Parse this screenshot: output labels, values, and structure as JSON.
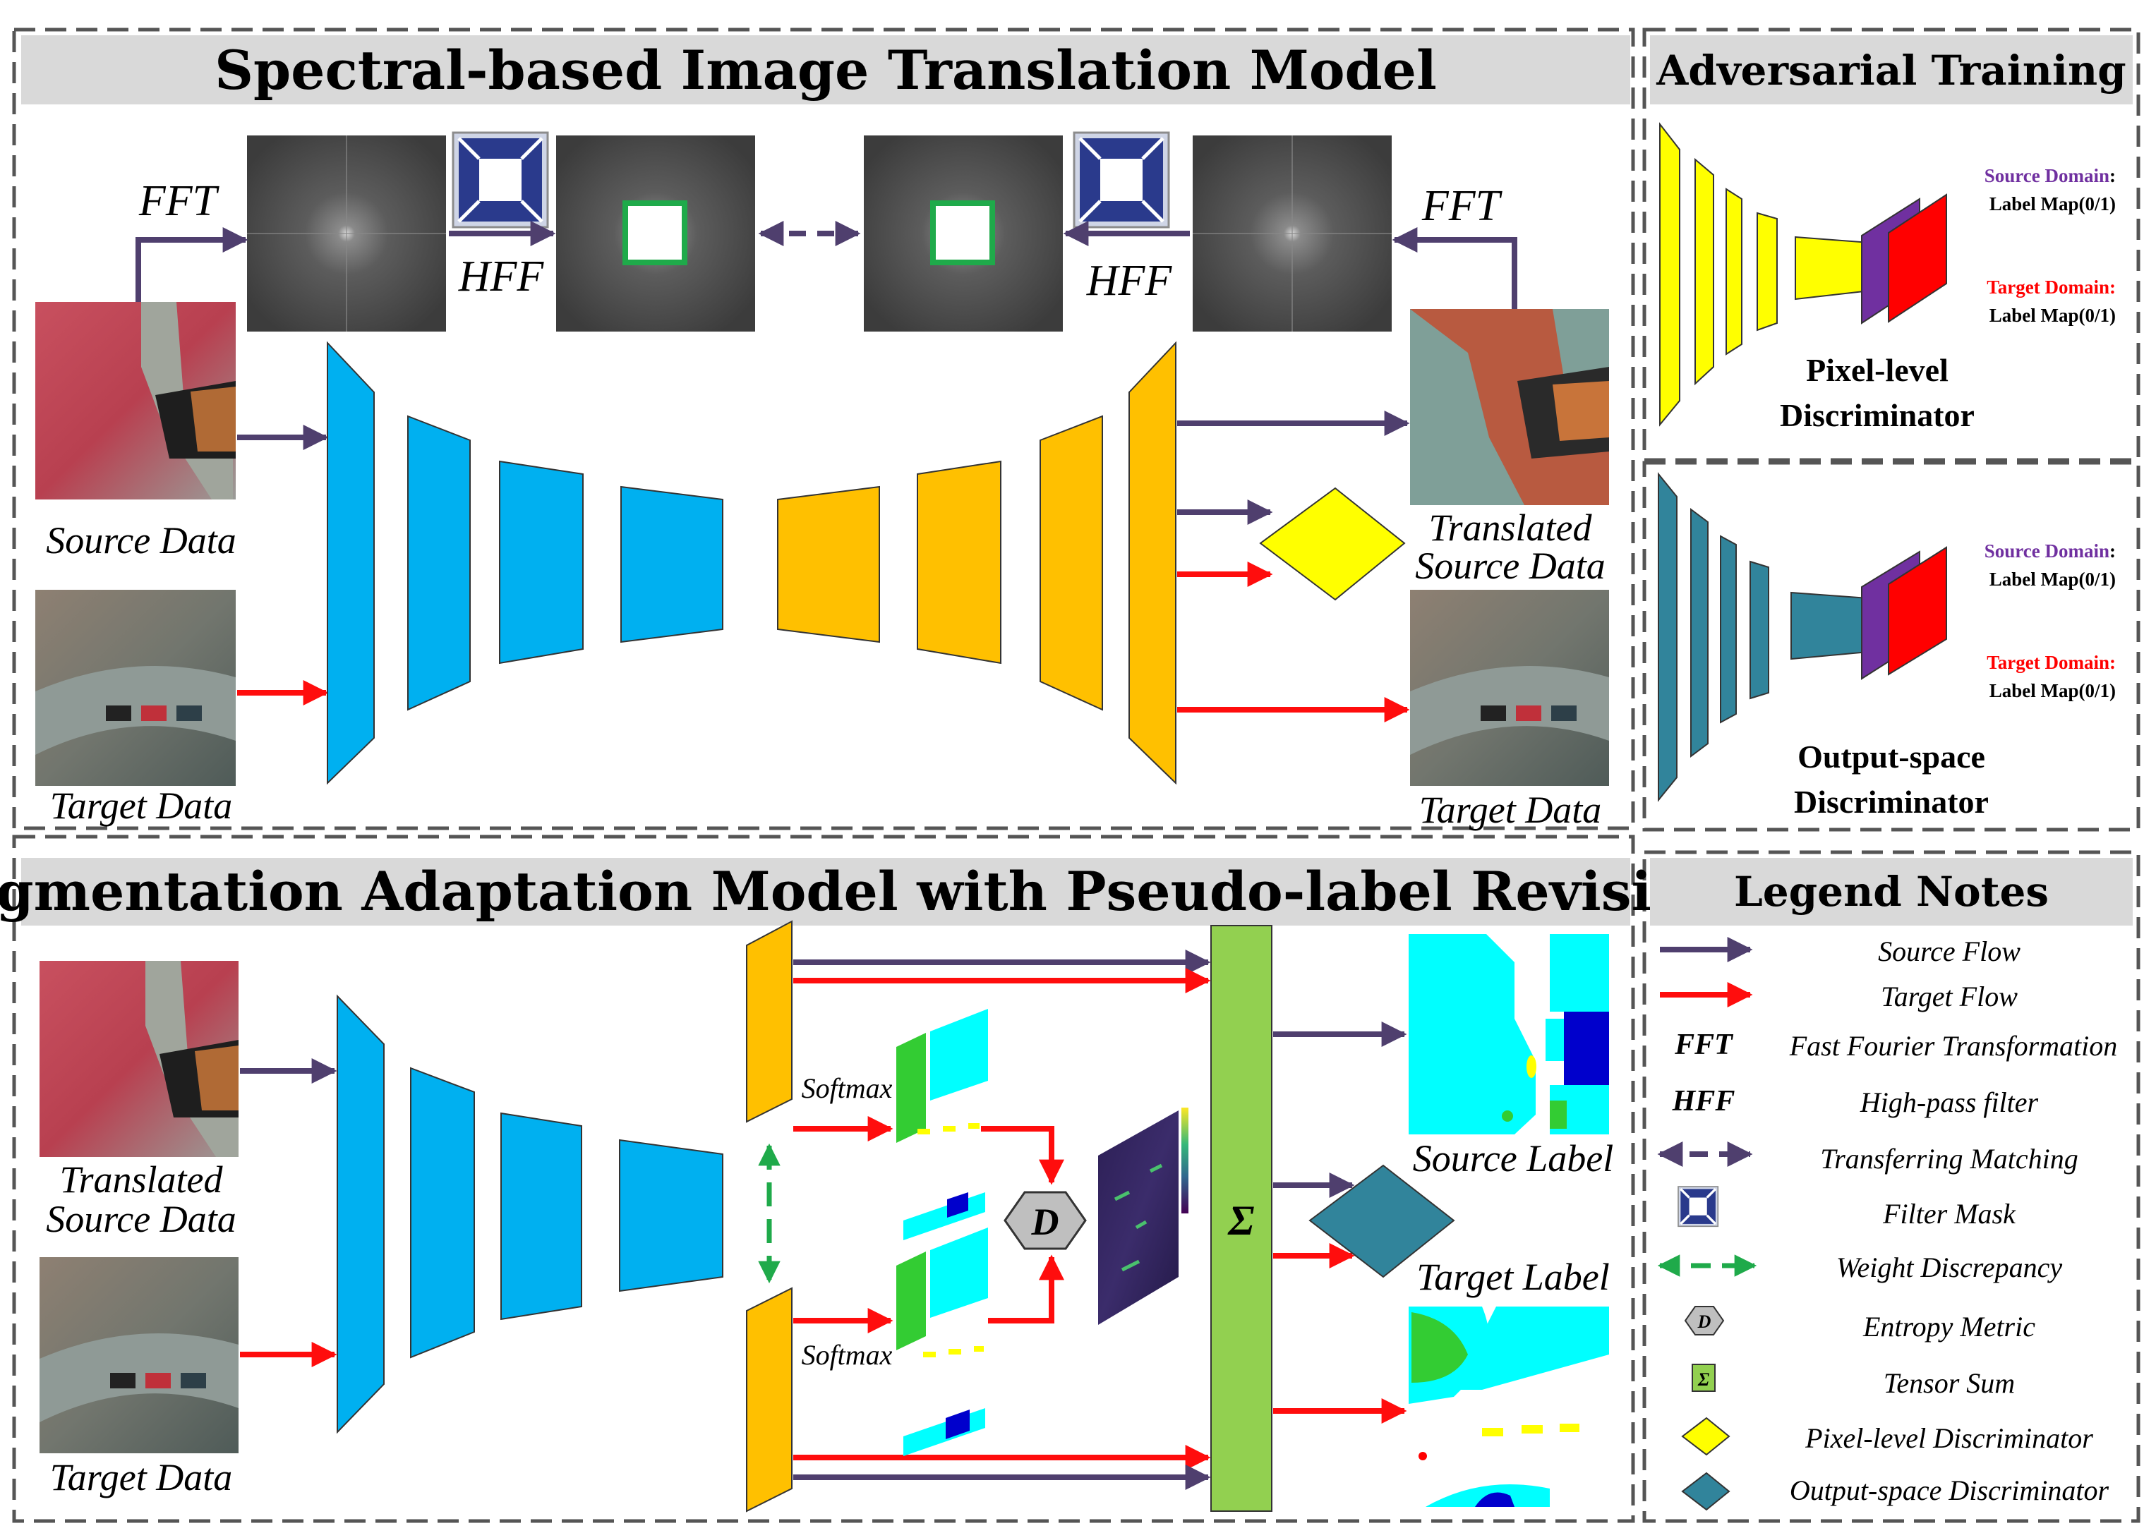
{
  "colors": {
    "source_flow": "#4f3f6e",
    "target_flow": "#ff0d0d",
    "encoder": "#00b0f0",
    "decoder": "#ffc000",
    "pixel_disc": "#ffff00",
    "output_disc": "#31849b",
    "sum_block": "#92d050",
    "weight": "#1faa4a",
    "panel_header": "#d9d9d9",
    "purple_map": "#7030a0",
    "source_domain_text": "#7030a0",
    "target_domain_text": "#ff0000"
  },
  "translation_panel": {
    "title": "Spectral-based Image Translation Model",
    "fft_left": "FFT",
    "fft_right": "FFT",
    "hff_left": "HFF",
    "hff_right": "HFF",
    "source_data": "Source Data",
    "target_data_left": "Target Data",
    "translated_source_l1": "Translated",
    "translated_source_l2": "Source Data",
    "target_data_right": "Target Data"
  },
  "adversarial_panel": {
    "title": "Adversarial Training",
    "pixel": {
      "source_domain": "Source Domain",
      "source_label_map": "Label Map(0/1)",
      "target_domain": "Target Domain",
      "target_label_map": "Label Map(0/1)",
      "name_l1": "Pixel-level",
      "name_l2": "Discriminator"
    },
    "output": {
      "source_domain": "Source Domain",
      "source_label_map": "Label Map(0/1)",
      "target_domain": "Target Domain",
      "target_label_map": "Label Map(0/1)",
      "name_l1": "Output-space",
      "name_l2": "Discriminator"
    },
    "colon": ":"
  },
  "segmentation_panel": {
    "title": "Segmentation Adaptation Model with Pseudo-label Revising",
    "translated_l1": "Translated",
    "translated_l2": "Source Data",
    "target_data": "Target Data",
    "softmax_top": "Softmax",
    "softmax_bottom": "Softmax",
    "entropy_symbol": "D",
    "sum_symbol": "Σ",
    "source_label": "Source Label",
    "target_label": "Target Label"
  },
  "legend_panel": {
    "title": "Legend Notes",
    "items": [
      {
        "key": "",
        "label": "Source Flow",
        "icon": "arrow-purple-icon"
      },
      {
        "key": "",
        "label": "Target  Flow",
        "icon": "arrow-red-icon"
      },
      {
        "key": "FFT",
        "label": "Fast Fourier Transformation",
        "icon": ""
      },
      {
        "key": "HFF",
        "label": "High-pass filter",
        "icon": ""
      },
      {
        "key": "",
        "label": "Transferring Matching",
        "icon": "dashed-arrow-purple-icon"
      },
      {
        "key": "",
        "label": "Filter Mask",
        "icon": "filter-mask-icon"
      },
      {
        "key": "",
        "label": "Weight Discrepancy",
        "icon": "dashed-double-arrow-green-icon"
      },
      {
        "key": "",
        "label": "Entropy Metric",
        "icon": "hexagon-icon",
        "symbol": "D"
      },
      {
        "key": "",
        "label": "Tensor Sum",
        "icon": "tensor-sum-icon",
        "symbol": "Σ"
      },
      {
        "key": "",
        "label": "Pixel-level Discriminator",
        "icon": "yellow-diamond-icon"
      },
      {
        "key": "",
        "label": "Output-space Discriminator",
        "icon": "teal-diamond-icon"
      }
    ]
  }
}
